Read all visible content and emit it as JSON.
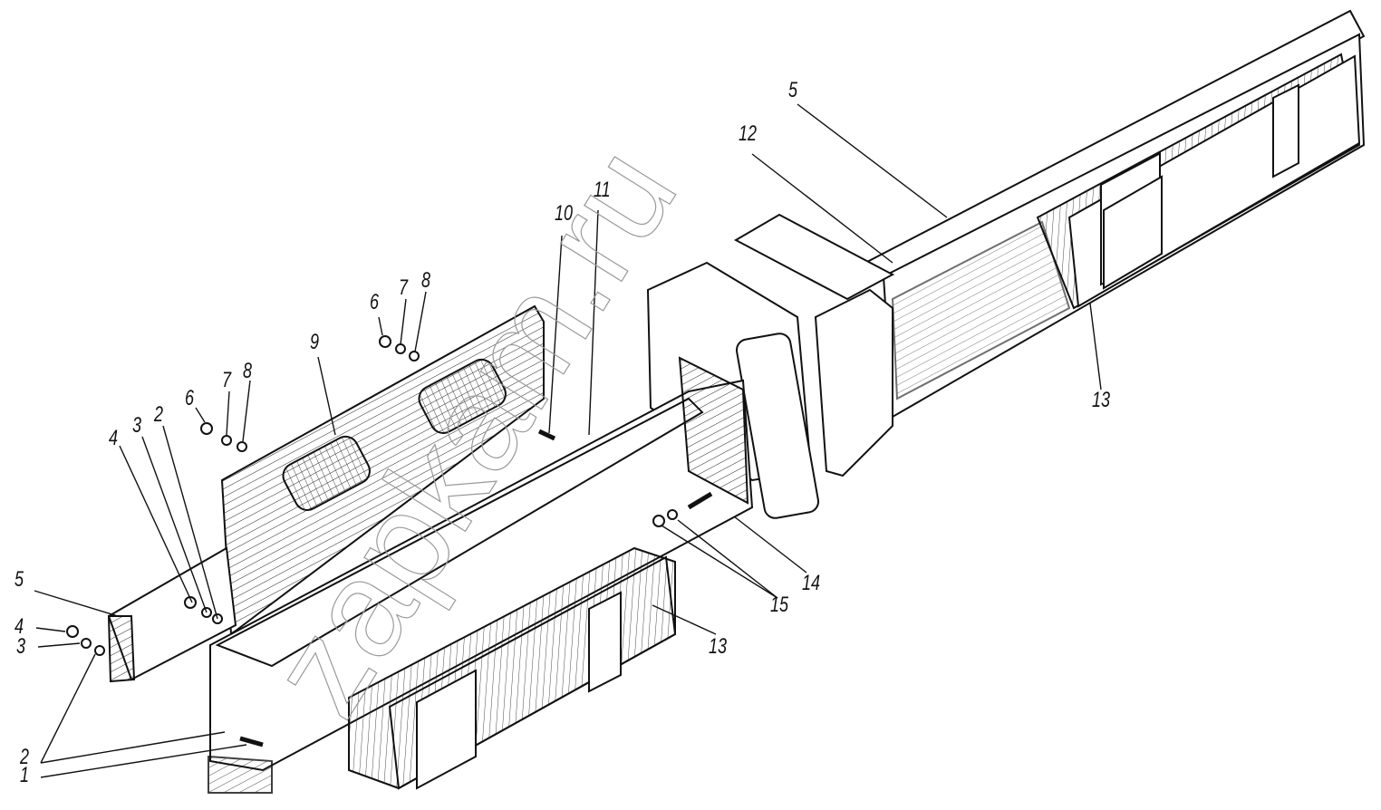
{
  "diagram": {
    "type": "exploded-assembly-drawing",
    "watermark": "zapkam.ru",
    "callouts": [
      {
        "id": "c5a",
        "text": "5"
      },
      {
        "id": "c4a",
        "text": "4"
      },
      {
        "id": "c3a",
        "text": "3"
      },
      {
        "id": "c2a",
        "text": "2"
      },
      {
        "id": "c1",
        "text": "1"
      },
      {
        "id": "c4b",
        "text": "4"
      },
      {
        "id": "c3b",
        "text": "3"
      },
      {
        "id": "c2b",
        "text": "2"
      },
      {
        "id": "c6a",
        "text": "6"
      },
      {
        "id": "c7a",
        "text": "7"
      },
      {
        "id": "c8a",
        "text": "8"
      },
      {
        "id": "c9",
        "text": "9"
      },
      {
        "id": "c6b",
        "text": "6"
      },
      {
        "id": "c7b",
        "text": "7"
      },
      {
        "id": "c8b",
        "text": "8"
      },
      {
        "id": "c10",
        "text": "10"
      },
      {
        "id": "c11",
        "text": "11"
      },
      {
        "id": "c12",
        "text": "12"
      },
      {
        "id": "c5b",
        "text": "5"
      },
      {
        "id": "c13a",
        "text": "13"
      },
      {
        "id": "c14",
        "text": "14"
      },
      {
        "id": "c15",
        "text": "15"
      },
      {
        "id": "c13b",
        "text": "13"
      }
    ]
  }
}
